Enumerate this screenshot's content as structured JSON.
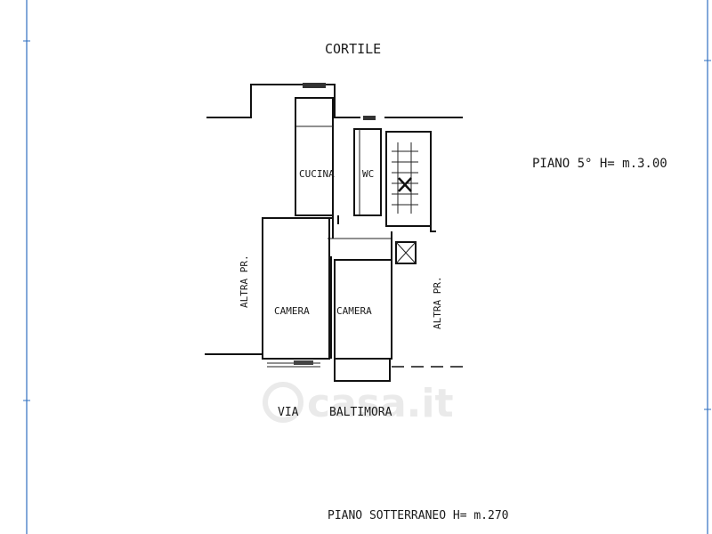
{
  "labels": {
    "courtyard": "CORTILE",
    "kitchen": "CUCINA",
    "wc": "WC",
    "room_left": "CAMERA",
    "room_right": "CAMERA",
    "other_left": "ALTRA PR.",
    "other_right": "ALTRA PR.",
    "floor_info": "PIANO 5° H= m.3.00",
    "street_prefix": "VIA",
    "street_name": "BALTIMORA",
    "basement_info": "PIANO SOTTERRANEO H= m.270"
  },
  "watermark": {
    "text": "casa.it"
  },
  "colors": {
    "ink": "#111111",
    "margin_line": "#2f6fc0",
    "watermark": "#d9d9d9"
  }
}
